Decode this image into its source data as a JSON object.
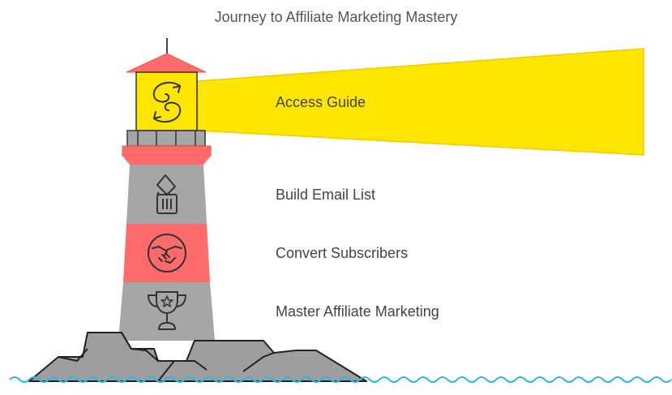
{
  "title": "Journey to Affiliate Marketing Mastery",
  "steps": [
    {
      "label": "Access Guide",
      "icon": "guide-s-icon",
      "band_color": "#ffe600"
    },
    {
      "label": "Build Email List",
      "icon": "trash-bin-icon",
      "band_color": "#a6a6a6"
    },
    {
      "label": "Convert Subscribers",
      "icon": "handshake-icon",
      "band_color": "#ff6b6b"
    },
    {
      "label": "Master Affiliate Marketing",
      "icon": "trophy-icon",
      "band_color": "#a6a6a6"
    }
  ],
  "colors": {
    "beam": "#ffe600",
    "roof": "#ff6b6b",
    "tower_gray": "#a6a6a6",
    "tower_red": "#ff6b6b",
    "rocks": "#9e9e9e",
    "water": "#2bb5e8",
    "outline": "#333333"
  }
}
